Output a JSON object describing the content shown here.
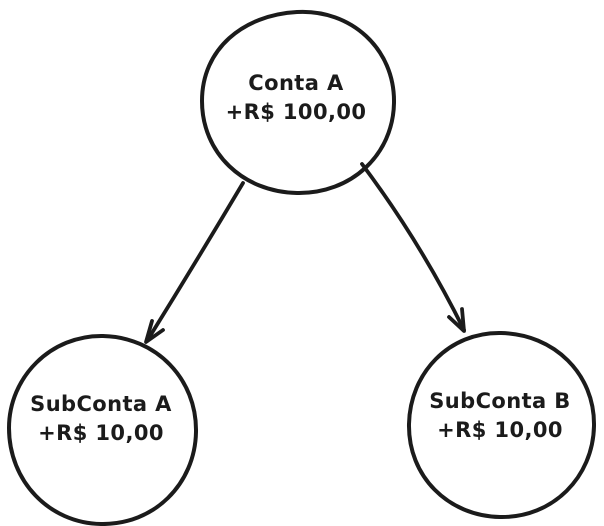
{
  "diagram": {
    "background_color": "#ffffff",
    "stroke_color": "#1b1b1b",
    "nodes": [
      {
        "id": "conta-a",
        "name": "Conta A",
        "amount": "+R$ 100,00"
      },
      {
        "id": "subconta-a",
        "name": "SubConta A",
        "amount": "+R$ 10,00"
      },
      {
        "id": "subconta-b",
        "name": "SubConta B",
        "amount": "+R$ 10,00"
      }
    ],
    "edges": [
      {
        "from": "Conta A",
        "to": "SubConta A"
      },
      {
        "from": "Conta A",
        "to": "SubConta B"
      }
    ]
  }
}
